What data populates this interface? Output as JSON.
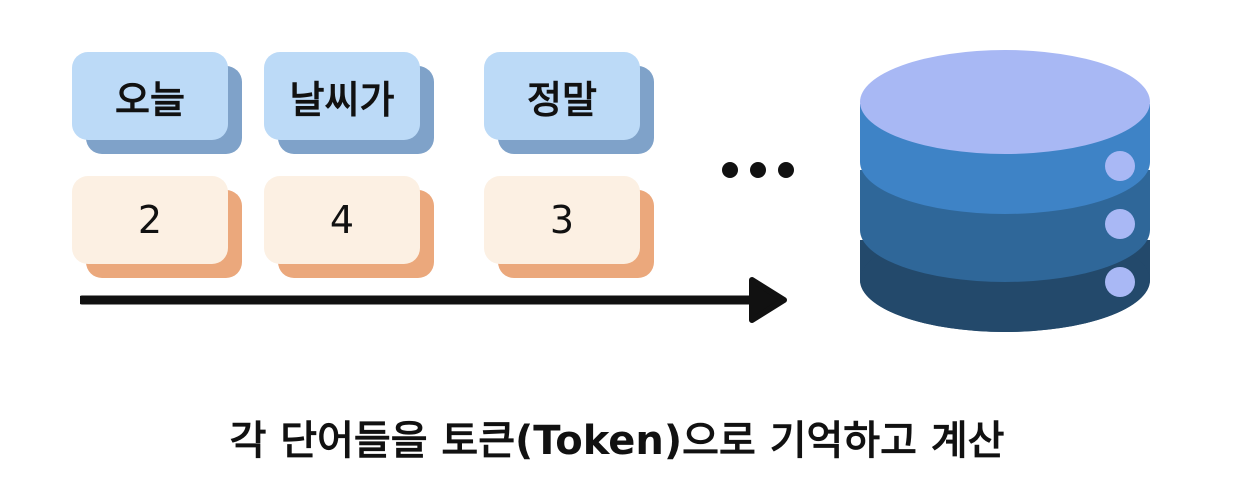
{
  "tokens": [
    {
      "word": "오늘",
      "id": "2"
    },
    {
      "word": "날씨가",
      "id": "4"
    },
    {
      "word": "정말",
      "id": "3"
    }
  ],
  "ellipsis": "•••",
  "caption": "각 단어들을 토큰(Token)으로 기억하고 계산",
  "colors": {
    "word_face": "#bcdaf7",
    "word_shadow": "#7fa2c9",
    "num_face": "#fcf0e3",
    "num_shadow": "#eba87c",
    "arrow": "#111111",
    "db_top": "#a8b8f4",
    "db_band1": "#3e83c6",
    "db_band2": "#2f6799",
    "db_band3": "#23496b",
    "db_dot": "#a9b8f5"
  },
  "icons": {
    "arrow": "right-arrow-icon",
    "database": "database-icon"
  }
}
